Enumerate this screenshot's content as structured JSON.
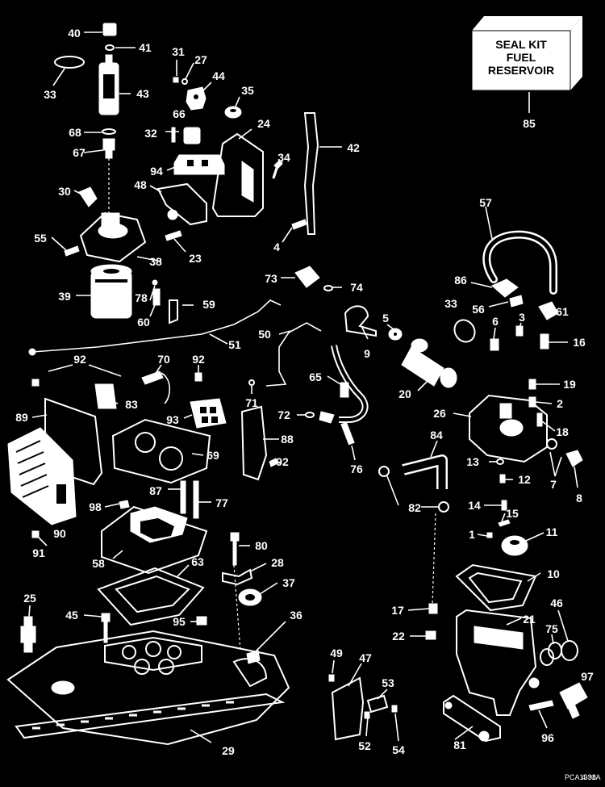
{
  "seal_kit_box": {
    "line1": "SEAL KIT",
    "line2": "FUEL",
    "line3": "RESERVOIR",
    "number": "85"
  },
  "footer": {
    "code": "PCA1331A",
    "date": "4-98"
  },
  "callouts": [
    {
      "n": "40"
    },
    {
      "n": "41"
    },
    {
      "n": "33"
    },
    {
      "n": "43"
    },
    {
      "n": "31"
    },
    {
      "n": "27"
    },
    {
      "n": "44"
    },
    {
      "n": "35"
    },
    {
      "n": "66"
    },
    {
      "n": "32"
    },
    {
      "n": "68"
    },
    {
      "n": "67"
    },
    {
      "n": "24"
    },
    {
      "n": "42"
    },
    {
      "n": "34"
    },
    {
      "n": "94"
    },
    {
      "n": "30"
    },
    {
      "n": "48"
    },
    {
      "n": "55"
    },
    {
      "n": "23"
    },
    {
      "n": "38"
    },
    {
      "n": "4"
    },
    {
      "n": "57"
    },
    {
      "n": "39"
    },
    {
      "n": "78"
    },
    {
      "n": "60"
    },
    {
      "n": "59"
    },
    {
      "n": "73"
    },
    {
      "n": "74"
    },
    {
      "n": "86"
    },
    {
      "n": "33"
    },
    {
      "n": "56"
    },
    {
      "n": "3"
    },
    {
      "n": "61"
    },
    {
      "n": "5"
    },
    {
      "n": "6"
    },
    {
      "n": "16"
    },
    {
      "n": "51"
    },
    {
      "n": "50"
    },
    {
      "n": "9"
    },
    {
      "n": "92"
    },
    {
      "n": "70"
    },
    {
      "n": "92"
    },
    {
      "n": "65"
    },
    {
      "n": "20"
    },
    {
      "n": "19"
    },
    {
      "n": "83"
    },
    {
      "n": "71"
    },
    {
      "n": "2"
    },
    {
      "n": "89"
    },
    {
      "n": "93"
    },
    {
      "n": "72"
    },
    {
      "n": "26"
    },
    {
      "n": "18"
    },
    {
      "n": "84"
    },
    {
      "n": "88"
    },
    {
      "n": "69"
    },
    {
      "n": "76"
    },
    {
      "n": "13"
    },
    {
      "n": "92"
    },
    {
      "n": "7"
    },
    {
      "n": "12"
    },
    {
      "n": "8"
    },
    {
      "n": "87"
    },
    {
      "n": "77"
    },
    {
      "n": "98"
    },
    {
      "n": "82"
    },
    {
      "n": "14"
    },
    {
      "n": "15"
    },
    {
      "n": "90"
    },
    {
      "n": "1"
    },
    {
      "n": "11"
    },
    {
      "n": "80"
    },
    {
      "n": "91"
    },
    {
      "n": "58"
    },
    {
      "n": "28"
    },
    {
      "n": "63"
    },
    {
      "n": "10"
    },
    {
      "n": "37"
    },
    {
      "n": "25"
    },
    {
      "n": "46"
    },
    {
      "n": "17"
    },
    {
      "n": "45"
    },
    {
      "n": "36"
    },
    {
      "n": "21"
    },
    {
      "n": "95"
    },
    {
      "n": "75"
    },
    {
      "n": "22"
    },
    {
      "n": "49"
    },
    {
      "n": "47"
    },
    {
      "n": "97"
    },
    {
      "n": "53"
    },
    {
      "n": "81"
    },
    {
      "n": "96"
    },
    {
      "n": "29"
    },
    {
      "n": "52"
    },
    {
      "n": "54"
    }
  ]
}
